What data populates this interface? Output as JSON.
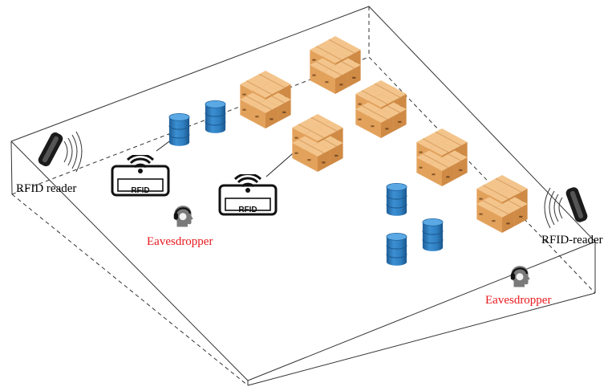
{
  "labels": {
    "reader_left": "RFID reader",
    "reader_right": "RFID-reader",
    "eavesdropper_left": "Eavesdropper",
    "eavesdropper_right": "Eavesdropper"
  },
  "tags": {
    "tag_1_text": "RFID",
    "tag_2_text": "RFID"
  },
  "colors": {
    "label_text": "#000000",
    "eavesdropper_text": "#e8191d",
    "box": "#e7a35a",
    "barrel": "#2f7fc1",
    "room_outline": "#333333"
  },
  "icons": [
    "rfid-reader-icon",
    "rfid-tag-icon",
    "eavesdropper-icon",
    "cardboard-box-stack-icon",
    "barrel-icon"
  ]
}
